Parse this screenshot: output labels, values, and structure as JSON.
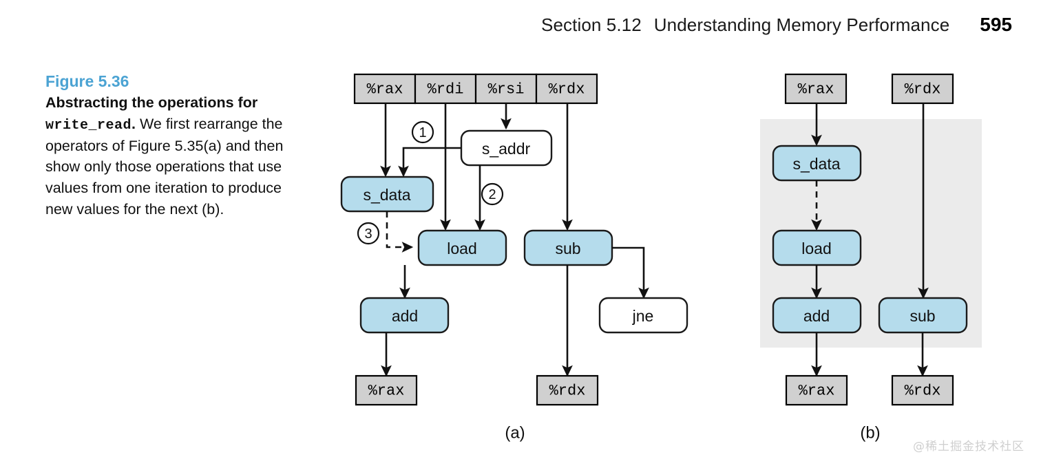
{
  "running_head": {
    "section": "Section 5.12",
    "title": "Understanding Memory Performance",
    "page_number": "595"
  },
  "caption": {
    "figure_number": "Figure 5.36",
    "lead_bold_1": "Abstracting the operations for ",
    "lead_mono_1": "write_",
    "lead_mono_2": "read",
    "lead_bold_2": ".",
    "rest": " We first rearrange the operators of Figure 5.35(a) and then show only those operations that use values from one iteration to produce new values for the next (b)."
  },
  "colors": {
    "accent_blue": "#4ba3d3",
    "op_blue_fill": "#b5dcec",
    "register_fill": "#d0d0d0",
    "panel_gray": "#ebebeb",
    "stroke": "#111111"
  },
  "diagram_a": {
    "sublabel": "(a)",
    "input_registers": [
      "%rax",
      "%rdi",
      "%rsi",
      "%rdx"
    ],
    "operations": [
      {
        "label": "s_addr",
        "style": "white"
      },
      {
        "label": "s_data",
        "style": "blue"
      },
      {
        "label": "load",
        "style": "blue"
      },
      {
        "label": "sub",
        "style": "blue"
      },
      {
        "label": "add",
        "style": "blue"
      },
      {
        "label": "jne",
        "style": "white"
      }
    ],
    "annotations": [
      "1",
      "2",
      "3"
    ],
    "output_registers": [
      "%rax",
      "%rdx"
    ]
  },
  "diagram_b": {
    "sublabel": "(b)",
    "input_registers": [
      "%rax",
      "%rdx"
    ],
    "operations": [
      {
        "label": "s_data",
        "style": "blue"
      },
      {
        "label": "load",
        "style": "blue"
      },
      {
        "label": "add",
        "style": "blue"
      },
      {
        "label": "sub",
        "style": "blue"
      }
    ],
    "output_registers": [
      "%rax",
      "%rdx"
    ]
  },
  "watermark": "@稀土掘金技术社区"
}
